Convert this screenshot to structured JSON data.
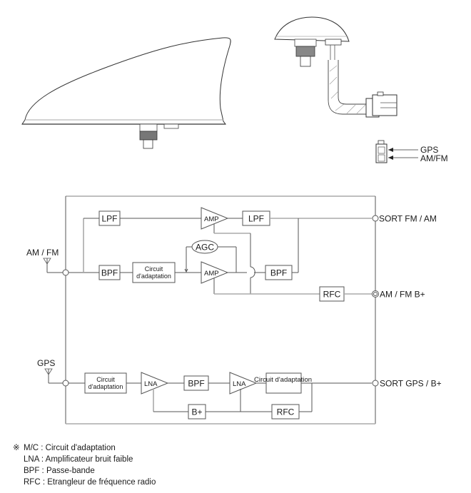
{
  "connector": {
    "pin_labels": [
      "GPS",
      "AM/FM"
    ]
  },
  "am_fm_section": {
    "input_label": "AM / FM",
    "blocks": {
      "lpf_in": "LPF",
      "bpf_in": "BPF",
      "matching": [
        "Circuit",
        "d'adaptation"
      ],
      "amp_top": "AMP",
      "amp_bottom": "AMP",
      "agc": "AGC",
      "lpf_out": "LPF",
      "bpf_out": "BPF",
      "rfc": "RFC"
    },
    "outputs": {
      "signal": "SORT FM / AM",
      "power": "AM / FM B+"
    }
  },
  "gps_section": {
    "input_label": "GPS",
    "blocks": {
      "matching_in": [
        "Circuit",
        "d'adaptation"
      ],
      "lna_1": "LNA",
      "bpf": "BPF",
      "lna_2": "LNA",
      "matching_out": "Circuit d'adaptation",
      "bplus": "B+",
      "rfc": "RFC"
    },
    "output": "SORT GPS / B+"
  },
  "legend": {
    "marker": "※",
    "items": [
      "M/C : Circuit d'adaptation",
      "LNA : Amplificateur bruit faible",
      "BPF : Passe-bande",
      "RFC : Etrangleur de fréquence radio"
    ]
  }
}
